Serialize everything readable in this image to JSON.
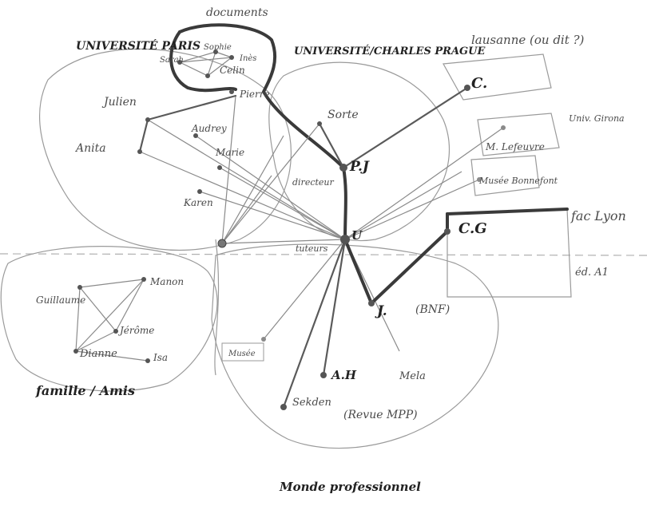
{
  "diagram": {
    "labels": {
      "top_documents": "documents",
      "univ_paris": "UNIVERSITÉ PARIS",
      "univ_prague": "UNIVERSITÉ/CHARLES PRAGUE",
      "lausanne": "lausanne (ou dit ?)",
      "julien": "Julien",
      "sophie": "Sophie",
      "ines": "Inès",
      "sarah": "Sarah",
      "celin": "Celin",
      "pierre": "Pierre",
      "audrey": "Audrey",
      "anita": "Anita",
      "marie": "Marie",
      "karen": "Karen",
      "sorte": "Sorte",
      "directeur": "directeur",
      "pj": "P.J",
      "c_top": "C.",
      "univ_girona": "Univ. Girona",
      "mb": "M. Lefeuvre",
      "musee": "Musée Bonnefont",
      "cg": "C.G",
      "lyon": "fac Lyon",
      "ed_a": "éd. A1",
      "tuteurs": "tuteurs",
      "u": "U",
      "j": "J.",
      "bnf": "(BNF)",
      "manon": "Manon",
      "guillaume": "Guillaume",
      "jerome": "Jérôme",
      "dianne": "Dianne",
      "isa": "Isa",
      "musee_small": "Musée",
      "ah": "A.H",
      "mela": "Mela",
      "sekden": "Sekden",
      "revue": "(Revue MPP)",
      "famille": "famille / Amis",
      "monde": "Monde professionnel"
    }
  }
}
